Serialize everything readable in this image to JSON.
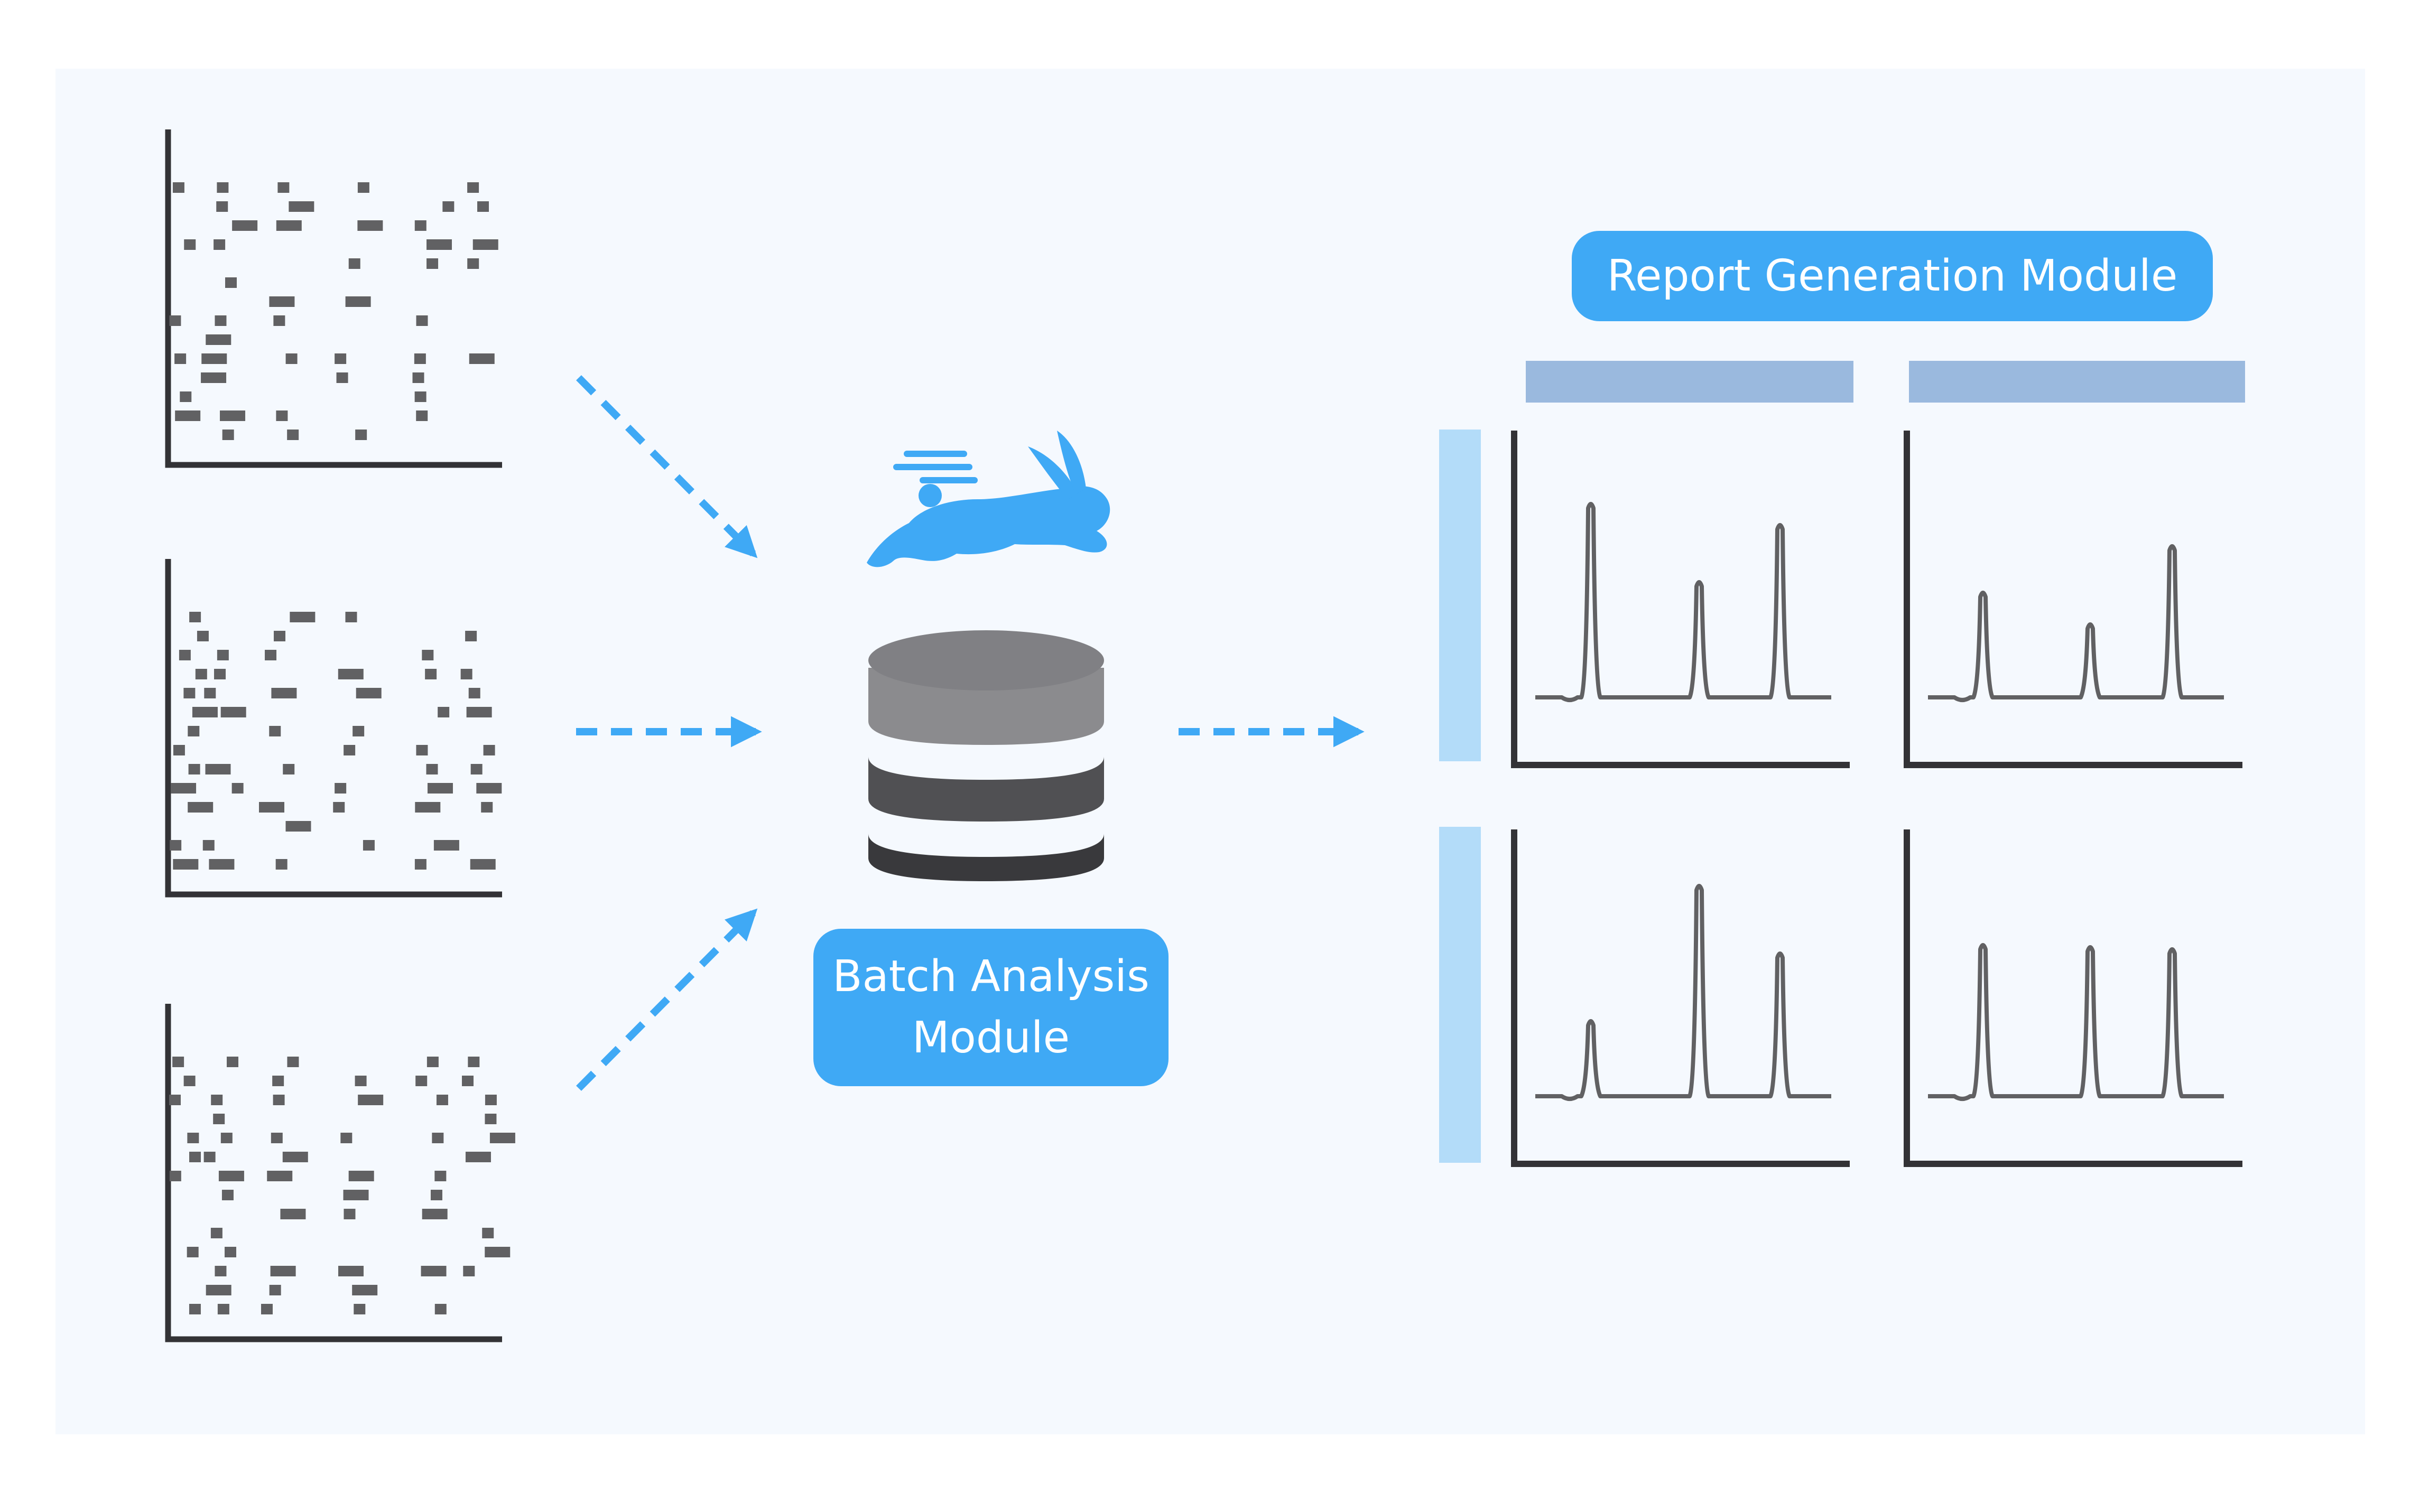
{
  "labels": {
    "report_module": "Report Generation Module",
    "batch_line1": "Batch Analysis",
    "batch_line2": "Module"
  },
  "colors": {
    "background": "#f5f9fe",
    "accent_blue": "#3fa9f5",
    "header_bar": "#9ab9de",
    "side_bar": "#b3dcf9",
    "axis_dark": "#333336",
    "mark_gray": "#616163",
    "db_top": "#808084",
    "db_band1": "#8b8b8e",
    "db_band2": "#505053",
    "db_band3": "#39393c"
  },
  "icons": {
    "speed": "running-rabbit-icon",
    "database": "database-icon",
    "arrows": "dashed-arrow-icon",
    "inputs": "raw-data-plot-icon",
    "outputs": "chromatogram-icon"
  }
}
